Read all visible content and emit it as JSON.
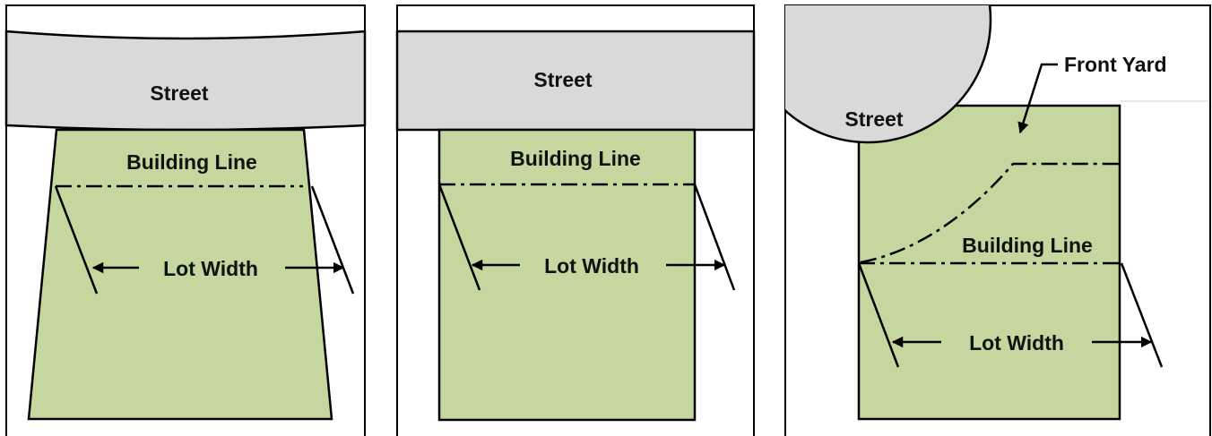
{
  "colors": {
    "lot_fill": "#c5d79f",
    "street_fill": "#d9d9d9",
    "stroke": "#000000",
    "background": "#ffffff"
  },
  "panels": [
    {
      "street_label": "Street",
      "building_line_label": "Building Line",
      "lot_width_label": "Lot Width"
    },
    {
      "street_label": "Street",
      "building_line_label": "Building Line",
      "lot_width_label": "Lot Width"
    },
    {
      "street_label": "Street",
      "building_line_label": "Building Line",
      "lot_width_label": "Lot Width",
      "front_yard_label": "Front Yard"
    }
  ]
}
